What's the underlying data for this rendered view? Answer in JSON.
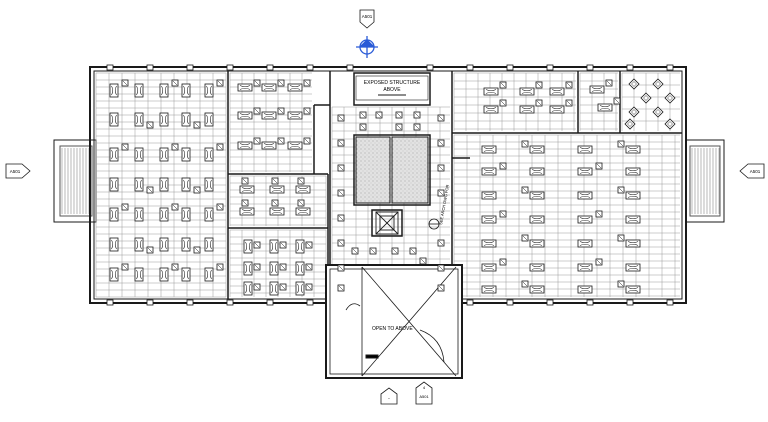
{
  "drawing": {
    "room_note": "EXPOSED STRUCTURE ABOVE",
    "room_note_lines": [
      "EXPOSED STRUCTURE",
      "ABOVE"
    ],
    "atrium_note": "OPEN TO ABOVE",
    "side_note": "SEE ARCH DWG FOR",
    "colors": {
      "line": "#1a1a1a",
      "grid": "#9a9a9a",
      "tag_blue": "#2a5bd7",
      "hatch": "#d6d6d6"
    }
  },
  "tags": {
    "top": {
      "sheet": "A501",
      "number": ""
    },
    "left": {
      "sheet": "A501",
      "number": ""
    },
    "right": {
      "sheet": "A501",
      "number": ""
    },
    "bottom_center": {
      "sheet": "",
      "number": "-"
    },
    "bottom_right": {
      "sheet": "A501",
      "number": "4"
    }
  },
  "icons": [
    "north-arrow-icon",
    "section-tag-icon",
    "elevator-icon",
    "stair-icon",
    "light-fixture-icon"
  ]
}
